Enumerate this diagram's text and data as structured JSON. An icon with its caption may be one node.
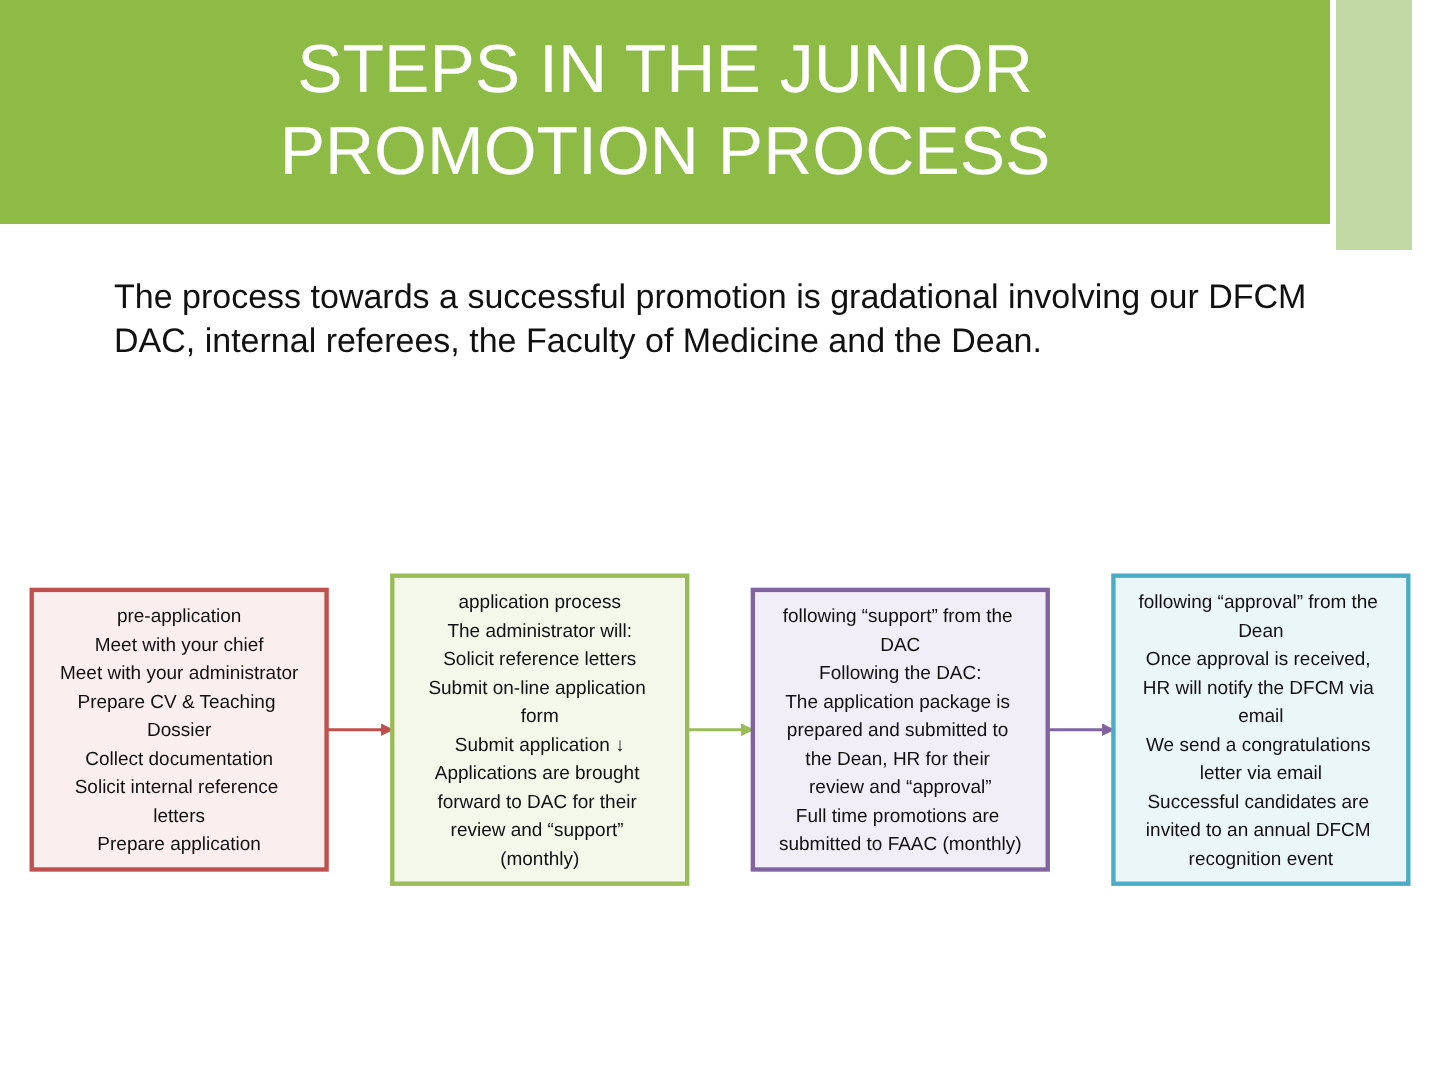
{
  "diagram": {
    "title": "STEPS IN THE JUNIOR PROMOTION PROCESS",
    "caption": "The process towards a successful promotion is gradational involving our DFCM DAC, internal referees, the Faculty of Medicine and the Dean.",
    "nodes": [
      {
        "text": [
          "pre-application",
          "Meet with your chief",
          "Meet with your administrator",
          "Prepare CV & Teaching Dossier",
          "Collect documentation",
          "Solicit internal reference letters",
          "Prepare application"
        ]
      },
      {
        "text": [
          "application process",
          "The administrator will:",
          "Solicit reference letters",
          "Submit on-line application form",
          "Submit application ↓",
          "Applications are brought forward to DAC for their review and “support” (monthly)"
        ]
      },
      {
        "text": [
          "following “support” from the DAC",
          "Following the DAC:",
          "The application package is prepared and submitted to the Dean, HR for their review and “approval”",
          "Full time promotions are submitted to FAAC (monthly)"
        ]
      },
      {
        "text": [
          "following “approval” from the Dean",
          "Once approval is received, HR will notify the DFCM via email",
          "We send a congratulations letter via email",
          "Successful candidates are invited to an annual DFCM recognition event"
        ]
      }
    ],
    "edges": [
      {
        "from": 0,
        "to": 1,
        "arrow": "to",
        "color": "#c0504d"
      },
      {
        "from": 1,
        "to": 2,
        "arrow": "to",
        "color": "#9bbb59"
      },
      {
        "from": 2,
        "to": 3,
        "arrow": "to",
        "color": "#8064a2"
      }
    ]
  }
}
